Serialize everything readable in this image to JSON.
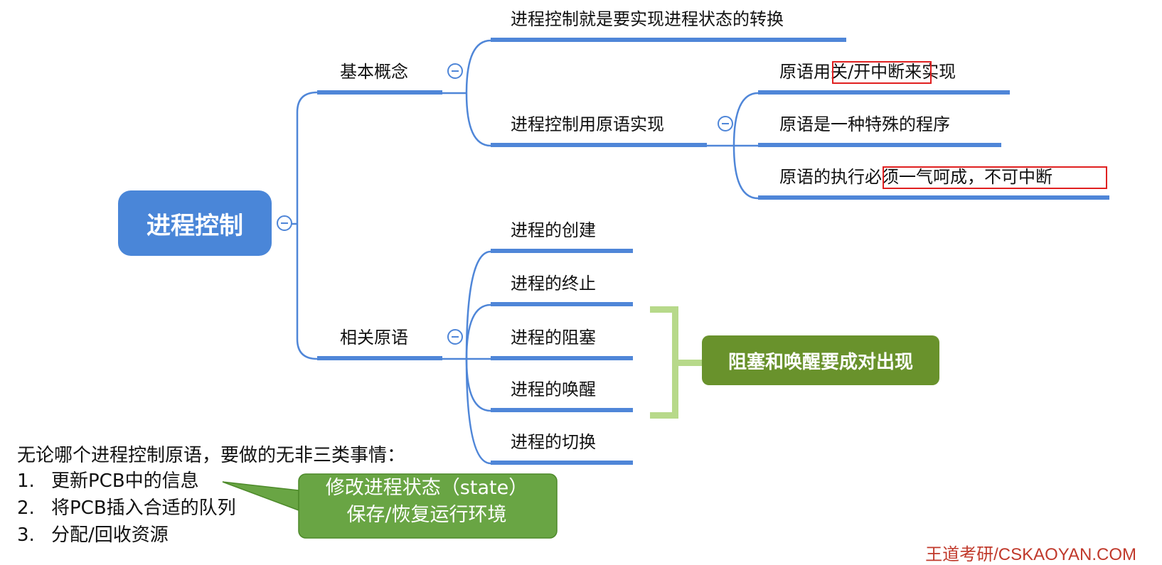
{
  "root": {
    "label": "进程控制"
  },
  "branches": {
    "basic": {
      "label": "基本概念",
      "children": {
        "transition": "进程控制就是要实现进程状态的转换",
        "primitive_impl": "进程控制用原语实现"
      },
      "primitive_details": [
        "原语用关/开中断来实现",
        "原语是一种特殊的程序",
        "原语的执行必须一气呵成，不可中断"
      ]
    },
    "related": {
      "label": "相关原语",
      "children": [
        "进程的创建",
        "进程的终止",
        "进程的阻塞",
        "进程的唤醒",
        "进程的切换"
      ]
    }
  },
  "pair_note": "阻塞和唤醒要成对出现",
  "summary": {
    "intro": "无论哪个进程控制原语，要做的无非三类事情：",
    "items": [
      {
        "num": "1.",
        "text": "更新PCB中的信息"
      },
      {
        "num": "2.",
        "text": "将PCB插入合适的队列"
      },
      {
        "num": "3.",
        "text": "分配/回收资源"
      }
    ]
  },
  "callout": {
    "line1": "修改进程状态（state）",
    "line2": "保存/恢复运行环境"
  },
  "watermark": "王道考研/CSKAOYAN.COM",
  "colors": {
    "branch_line": "#4f86d8",
    "root_fill": "#4a86d8",
    "note_fill": "#69922c",
    "bracket": "#b7d98a",
    "highlight_border": "#e02020",
    "watermark": "#c0392b"
  }
}
